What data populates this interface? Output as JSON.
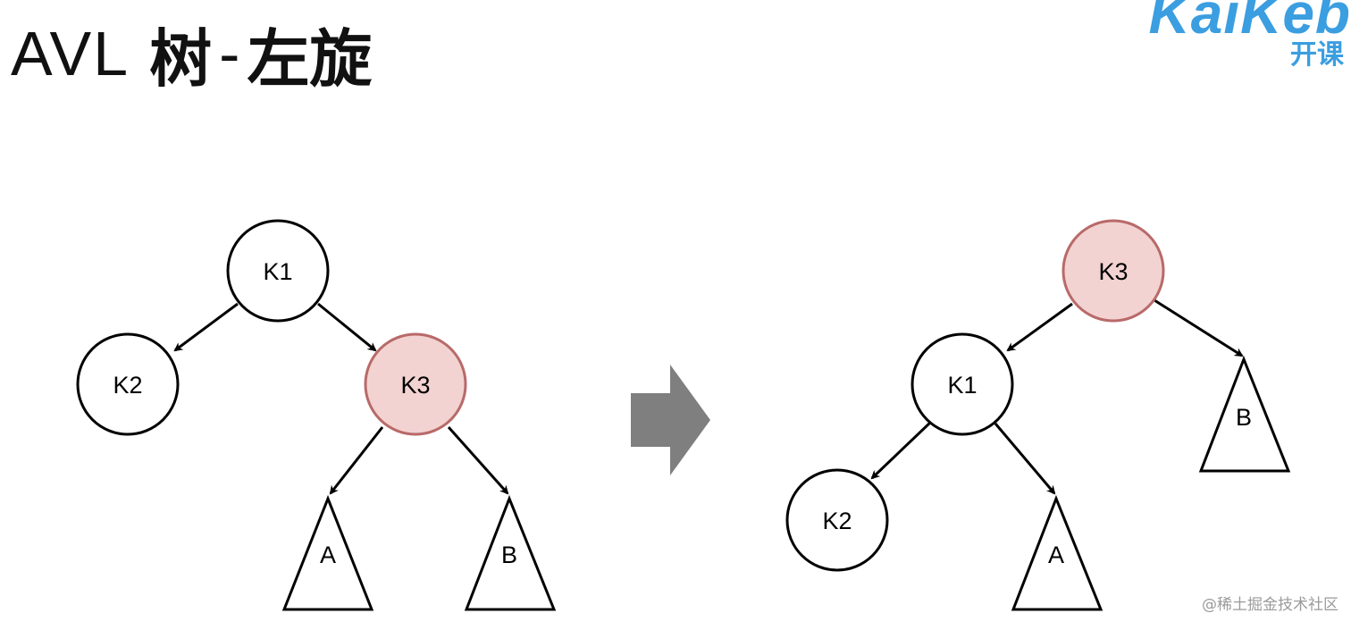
{
  "title": {
    "latin": "AVL",
    "cjk_tree": "树",
    "dash": "-",
    "cjk_rotation": "左旋"
  },
  "logo": {
    "word": "KaiKeb",
    "sub": "开课"
  },
  "diagram": {
    "before": {
      "nodes": [
        {
          "id": "k1",
          "label": "K1",
          "highlight": false
        },
        {
          "id": "k2",
          "label": "K2",
          "highlight": false
        },
        {
          "id": "k3",
          "label": "K3",
          "highlight": true
        }
      ],
      "subtrees": [
        {
          "id": "a",
          "label": "A"
        },
        {
          "id": "b",
          "label": "B"
        }
      ]
    },
    "after": {
      "nodes": [
        {
          "id": "k3",
          "label": "K3",
          "highlight": true
        },
        {
          "id": "k1",
          "label": "K1",
          "highlight": false
        },
        {
          "id": "k2",
          "label": "K2",
          "highlight": false
        }
      ],
      "subtrees": [
        {
          "id": "b",
          "label": "B"
        },
        {
          "id": "a",
          "label": "A"
        }
      ]
    },
    "colors": {
      "highlight_fill": "#f2d3d1",
      "highlight_stroke": "#b86a69",
      "node_fill": "#ffffff",
      "stroke": "#000000",
      "arrow": "#7f7f7f"
    }
  },
  "watermark": "@稀土掘金技术社区"
}
